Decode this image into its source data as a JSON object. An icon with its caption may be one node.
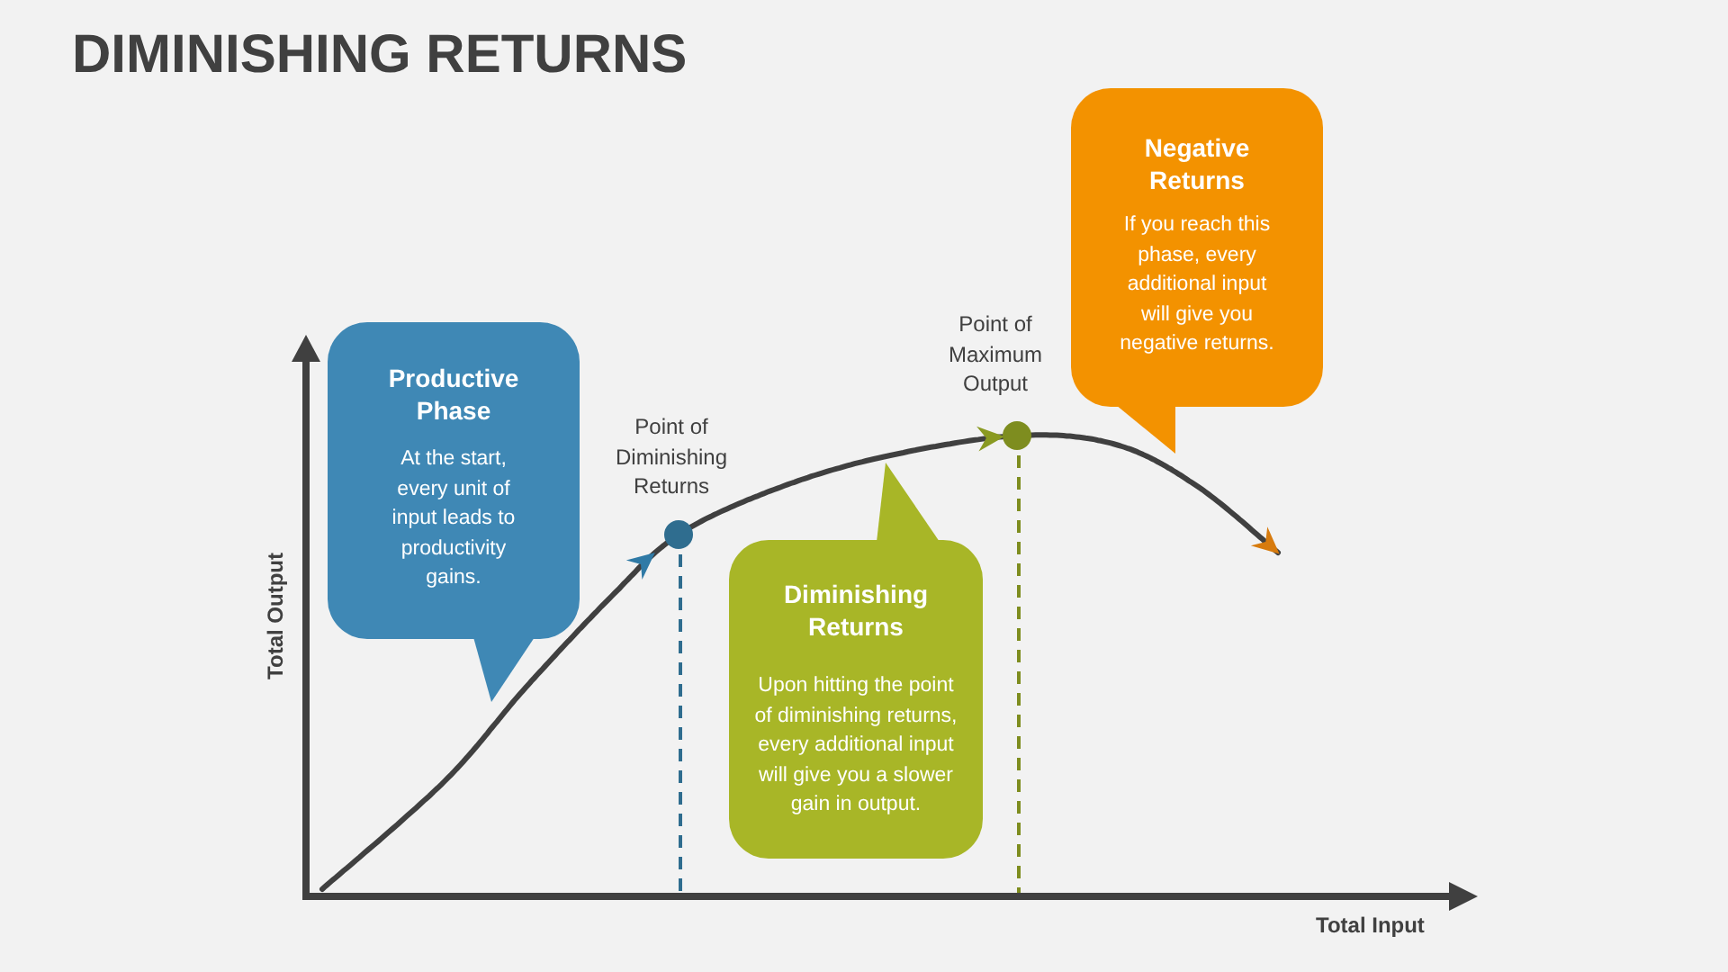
{
  "diagram": {
    "title": "DIMINISHING RETURNS",
    "nodes": [
      {
        "text": [
          "Productive Phase",
          "At the start, every unit of input leads to productivity gains."
        ]
      },
      {
        "text": [],
        "shape": "circle",
        "beside": [
          "Point of Diminishing Returns"
        ]
      },
      {
        "text": [
          "Diminishing Returns",
          "Upon hitting the point of diminishing returns, every additional input will give you a slower gain in output."
        ]
      },
      {
        "text": [],
        "shape": "circle",
        "beside": [
          "Point of Maximum Output"
        ]
      },
      {
        "text": [
          "Negative Returns",
          "If you reach this phase, every additional input will give you negative returns."
        ]
      }
    ],
    "edges": [
      {
        "from": null,
        "to": 1,
        "arrow": "to"
      },
      {
        "from": 1,
        "to": 3,
        "arrow": "to"
      },
      {
        "from": 3,
        "to": null,
        "arrow": "to"
      }
    ],
    "labels": [
      "Total Output",
      "Total Input"
    ]
  }
}
